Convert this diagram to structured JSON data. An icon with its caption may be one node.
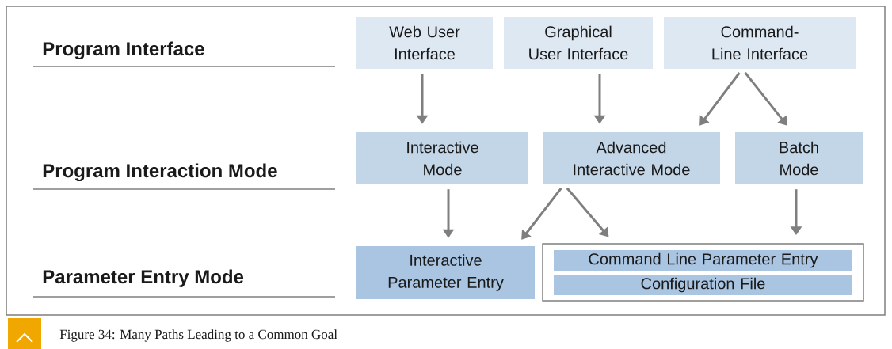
{
  "diagram": {
    "caption": "Figure 34: Many Paths Leading to a Common Goal",
    "nodes": [
      {
        "text": [
          "Web User Interface"
        ]
      },
      {
        "text": [
          "Graphical User Interface"
        ]
      },
      {
        "text": [
          "Command-Line Interface"
        ]
      },
      {
        "text": [
          "Interactive Mode"
        ]
      },
      {
        "text": [
          "Advanced Interactive Mode"
        ]
      },
      {
        "text": [
          "Batch Mode"
        ]
      },
      {
        "text": [
          "Interactive Parameter Entry"
        ]
      },
      {
        "text": [],
        "shape": "box"
      },
      {
        "text": [
          "Command Line Parameter Entry"
        ],
        "in": 7
      },
      {
        "text": [
          "Configuration File"
        ],
        "in": 7
      }
    ],
    "edges": [
      {
        "from": 0,
        "to": 3,
        "arrow": "to"
      },
      {
        "from": 1,
        "to": 4,
        "arrow": "to"
      },
      {
        "from": 2,
        "to": 4,
        "arrow": "to"
      },
      {
        "from": 2,
        "to": 5,
        "arrow": "to"
      },
      {
        "from": 3,
        "to": 6,
        "arrow": "to"
      },
      {
        "from": 4,
        "to": 6,
        "arrow": "to"
      },
      {
        "from": 4,
        "to": 7,
        "arrow": "to"
      },
      {
        "from": 5,
        "to": 7,
        "arrow": "to"
      }
    ],
    "labels": [
      "Program Interface",
      "Program Interaction Mode",
      "Parameter Entry Mode"
    ]
  }
}
